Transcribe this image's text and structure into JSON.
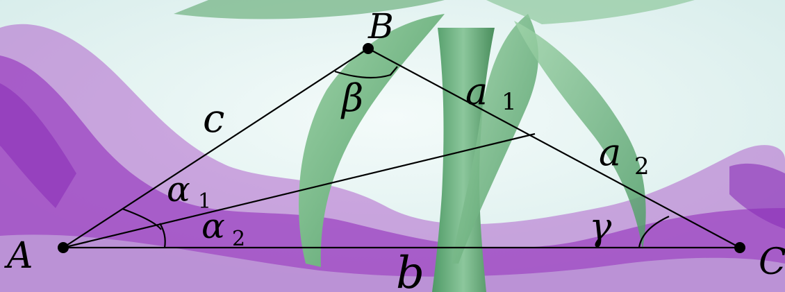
{
  "colors": {
    "background_light": "#e9f3f2",
    "background_purple": "#9a3fc0",
    "stem_green": "#6fb283",
    "line": "#000000"
  },
  "vertices": {
    "a": "A",
    "b": "B",
    "c": "C"
  },
  "sides": {
    "c": "c",
    "b": "b",
    "a1": "a",
    "a1_sub": "1",
    "a2": "a",
    "a2_sub": "2"
  },
  "angles": {
    "beta": "β",
    "gamma": "γ",
    "alpha1": "α",
    "alpha1_sub": "1",
    "alpha2": "α",
    "alpha2_sub": "2"
  },
  "background_image": "rose-stem-photo"
}
